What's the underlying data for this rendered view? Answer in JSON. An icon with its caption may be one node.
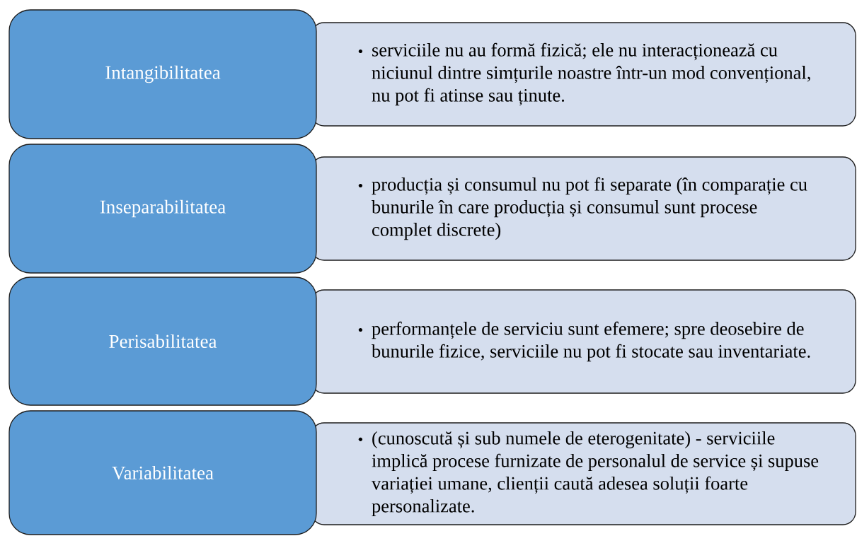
{
  "diagram": {
    "nodes": [
      {
        "text": [
          "Intangibilitatea"
        ]
      },
      {
        "text": [
          "serviciile nu au formă fizică; ele nu interacționează cu niciunul dintre simțurile noastre într-un mod convențional, nu pot fi atinse sau ținute."
        ]
      },
      {
        "text": [
          "Inseparabilitatea"
        ]
      },
      {
        "text": [
          "producția și consumul nu pot fi separate (în comparație cu bunurile în care producția și consumul sunt procese complet discrete)"
        ]
      },
      {
        "text": [
          "Perisabilitatea"
        ]
      },
      {
        "text": [
          "performanțele de serviciu sunt efemere; spre deosebire de bunurile fizice, serviciile nu pot fi stocate sau inventariate."
        ]
      },
      {
        "text": [
          "Variabilitatea"
        ]
      },
      {
        "text": [
          "(cunoscută și sub numele de eterogenitate) - serviciile implică procese furnizate de personalul de service și supuse variației umane, clienții caută adesea soluții foarte personalizate."
        ]
      }
    ]
  }
}
